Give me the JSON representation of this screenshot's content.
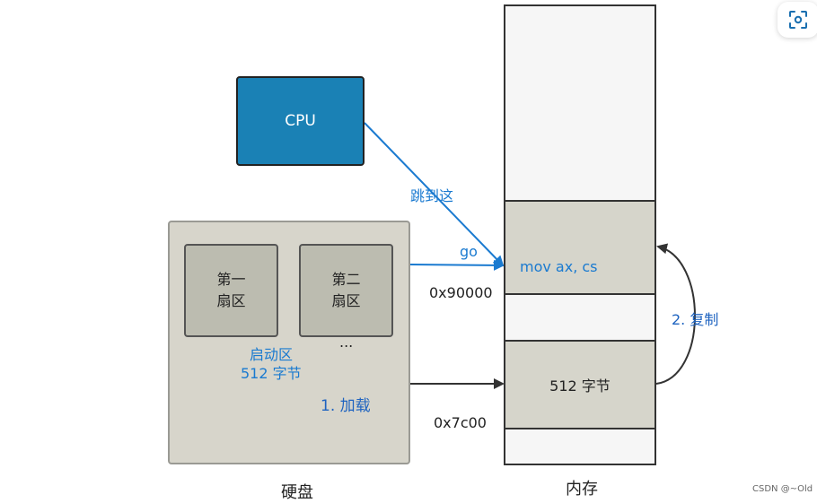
{
  "cpu": {
    "label": "CPU"
  },
  "disk": {
    "label": "硬盘",
    "sector1": {
      "line1": "第一",
      "line2": "扇区"
    },
    "sector2": {
      "line1": "第二",
      "line2": "扇区"
    },
    "more": "...",
    "boot_line1": "启动区",
    "boot_line2": "512 字节"
  },
  "memory": {
    "label": "内存",
    "instruction": "mov ax, cs",
    "address_high": "0x90000",
    "address_low": "0x7c00",
    "segment_low": "512 字节"
  },
  "arrows": {
    "jump": "跳到这",
    "go": "go",
    "load": "1. 加载",
    "copy": "2. 复制"
  },
  "watermark": "CSDN @~Old",
  "colors": {
    "cpu_fill": "#1a81b5",
    "accent_blue": "#1a7ad0",
    "label_blue": "#1e63c0",
    "disk_fill": "#d7d5cb",
    "sector_fill": "#bcbcb0"
  },
  "icons": {
    "scan": "scan-icon"
  }
}
